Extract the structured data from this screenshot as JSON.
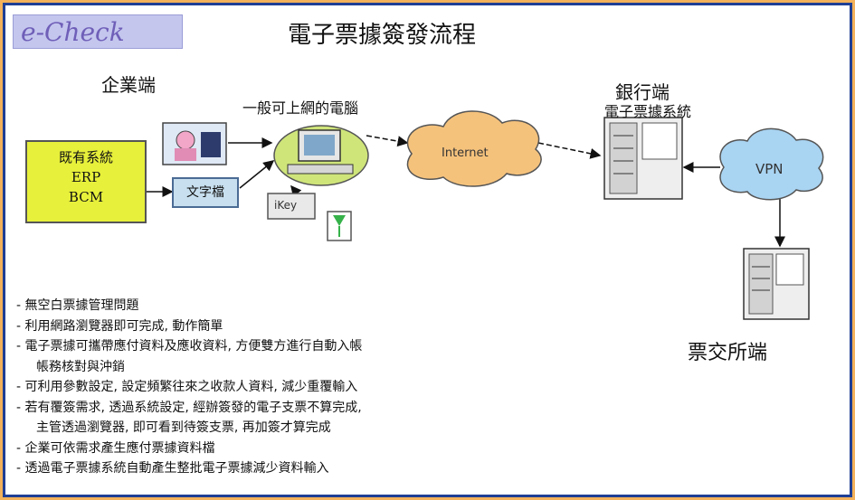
{
  "logo_text": "e-Check",
  "title": "電子票據簽發流程",
  "labels": {
    "enterprise": "企業端",
    "pc": "一般可上網的電腦",
    "bank": "銀行端",
    "bank_system": "電子票據系統",
    "clearing": "票交所端"
  },
  "nodes": {
    "erp_lines": [
      "既有系統",
      "ERP",
      "BCM"
    ],
    "file": "文字檔",
    "internet": "Internet",
    "vpn": "VPN",
    "ikey": "iKey"
  },
  "notes": [
    "- 無空白票據管理問題",
    "- 利用網路瀏覽器即可完成, 動作簡單",
    "- 電子票據可攜帶應付資料及應收資料, 方便雙方進行自動入帳",
    "  帳務核對與沖銷",
    "- 可利用參數設定, 設定頻繁往來之收款人資料, 減少重覆輸入",
    "- 若有覆簽需求, 透過系統設定, 經辦簽發的電子支票不算完成,",
    "  主管透過瀏覽器, 即可看到待簽支票, 再加簽才算完成",
    "- 企業可依需求產生應付票據資料檔",
    "- 透過電子票據系統自動產生整批電子票據減少資料輸入"
  ],
  "colors": {
    "frame": "#1f3f96",
    "outer": "#f2b15a",
    "erp_fill": "#e7f03a",
    "file_fill": "#c7dfee",
    "cloud_internet": "#f5c27c",
    "cloud_vpn": "#a9d4f2"
  }
}
